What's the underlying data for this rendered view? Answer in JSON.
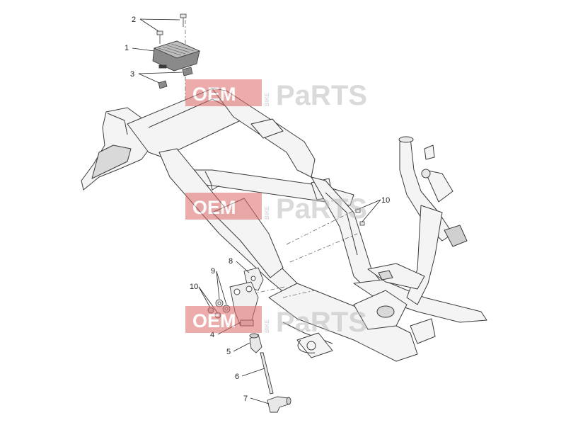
{
  "callouts": [
    {
      "id": "1",
      "label": "1"
    },
    {
      "id": "2",
      "label": "2"
    },
    {
      "id": "3",
      "label": "3"
    },
    {
      "id": "4",
      "label": "4"
    },
    {
      "id": "5",
      "label": "5"
    },
    {
      "id": "6",
      "label": "6"
    },
    {
      "id": "7",
      "label": "7"
    },
    {
      "id": "8",
      "label": "8"
    },
    {
      "id": "9",
      "label": "9"
    },
    {
      "id": "10a",
      "label": "10"
    },
    {
      "id": "10b",
      "label": "10"
    }
  ],
  "watermark": {
    "part1": "OEM",
    "part2": "BIKE",
    "part3": "PaRTS"
  },
  "colors": {
    "line": "#3a3a3a",
    "frame_fill": "#f4f4f4",
    "shadow": "#bdbdbd",
    "watermark_red": "#e06a6a",
    "watermark_gray": "#bcbcbc",
    "text": "#222222"
  }
}
